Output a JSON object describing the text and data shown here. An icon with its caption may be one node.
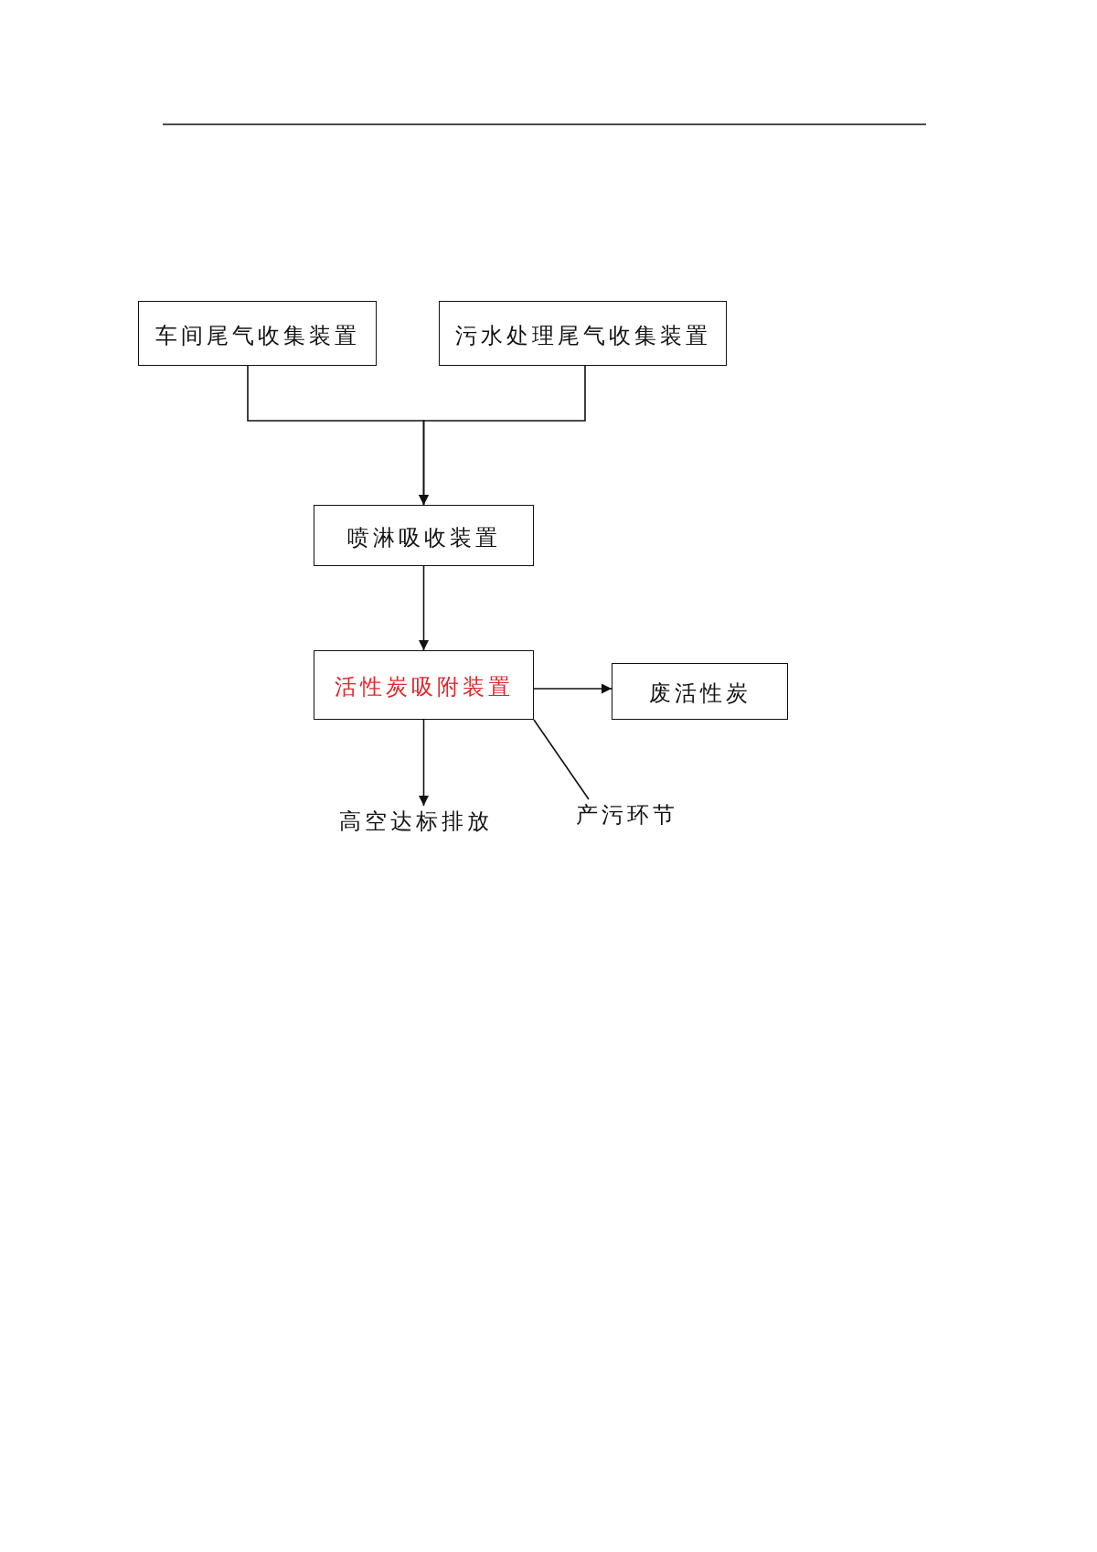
{
  "diagram": {
    "nodes": [
      {
        "text": [
          "车间尾气收集装置"
        ]
      },
      {
        "text": [
          "污水处理尾气收集装置"
        ]
      },
      {
        "text": [
          "喷淋吸收装置"
        ]
      },
      {
        "text": [
          "活性炭吸附装置"
        ]
      },
      {
        "text": [
          "废活性炭"
        ]
      },
      {
        "text": [
          "高空达标排放"
        ]
      },
      {
        "text": [
          "产污环节"
        ]
      }
    ],
    "edges": [
      {
        "from": 0,
        "to": 2,
        "arrow": "to"
      },
      {
        "from": 1,
        "to": 2,
        "arrow": "to"
      },
      {
        "from": 2,
        "to": 3,
        "arrow": "to"
      },
      {
        "from": 3,
        "to": 4,
        "arrow": "to"
      },
      {
        "from": 3,
        "to": 5,
        "arrow": "to"
      },
      {
        "from": 6,
        "to": 3,
        "arrow": "none"
      }
    ]
  }
}
